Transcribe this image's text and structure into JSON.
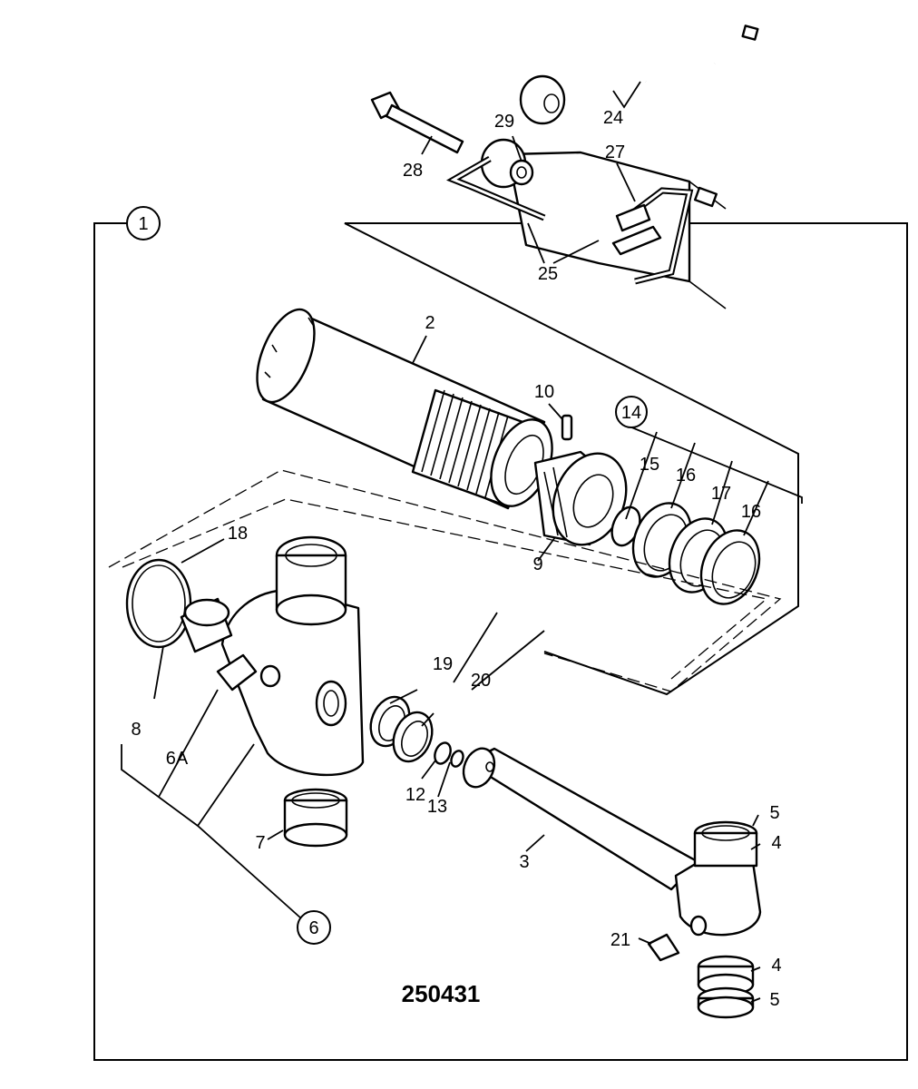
{
  "figure": {
    "reference_number": "250431"
  },
  "callouts": {
    "c1": "1",
    "c2": "2",
    "c3": "3",
    "c4a": "4",
    "c4b": "4",
    "c5a": "5",
    "c5b": "5",
    "c6": "6",
    "c6a": "6A",
    "c7": "7",
    "c8": "8",
    "c9": "9",
    "c10": "10",
    "c12": "12",
    "c13": "13",
    "c14": "14",
    "c15": "15",
    "c16a": "16",
    "c16b": "16",
    "c17": "17",
    "c18": "18",
    "c19": "19",
    "c20": "20",
    "c21": "21",
    "c24": "24",
    "c25": "25",
    "c27": "27",
    "c28": "28",
    "c29": "29"
  }
}
